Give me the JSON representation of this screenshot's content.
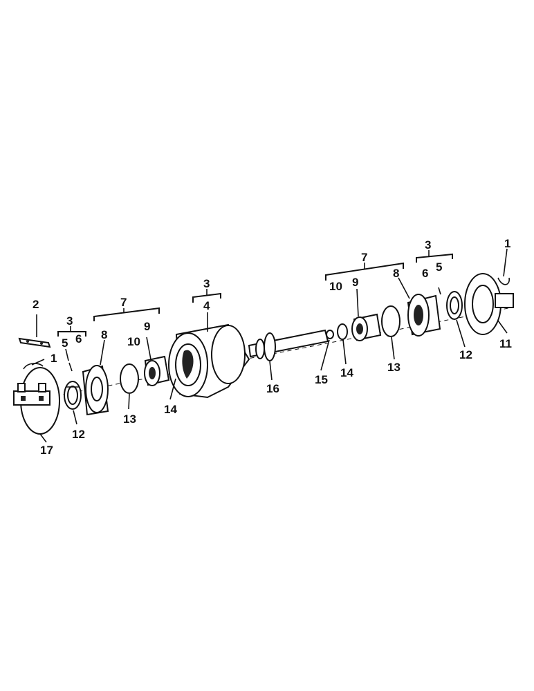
{
  "diagram": {
    "callouts": {
      "c1_left": "1",
      "c2": "2",
      "c3_left": "3",
      "c5_left": "5",
      "c6_left": "6",
      "c7_left": "7",
      "c8_left": "8",
      "c9_left": "9",
      "c10_left": "10",
      "c12_left": "12",
      "c13_left": "13",
      "c14_left": "14",
      "c3_mid": "3",
      "c4": "4",
      "c16": "16",
      "c15": "15",
      "c14_right": "14",
      "c7_right": "7",
      "c10_right": "10",
      "c9_right": "9",
      "c8_right": "8",
      "c13_right": "13",
      "c3_right": "3",
      "c6_right": "6",
      "c5_right": "5",
      "c12_right": "12",
      "c1_right": "1",
      "c11": "11",
      "c17": "17"
    }
  }
}
